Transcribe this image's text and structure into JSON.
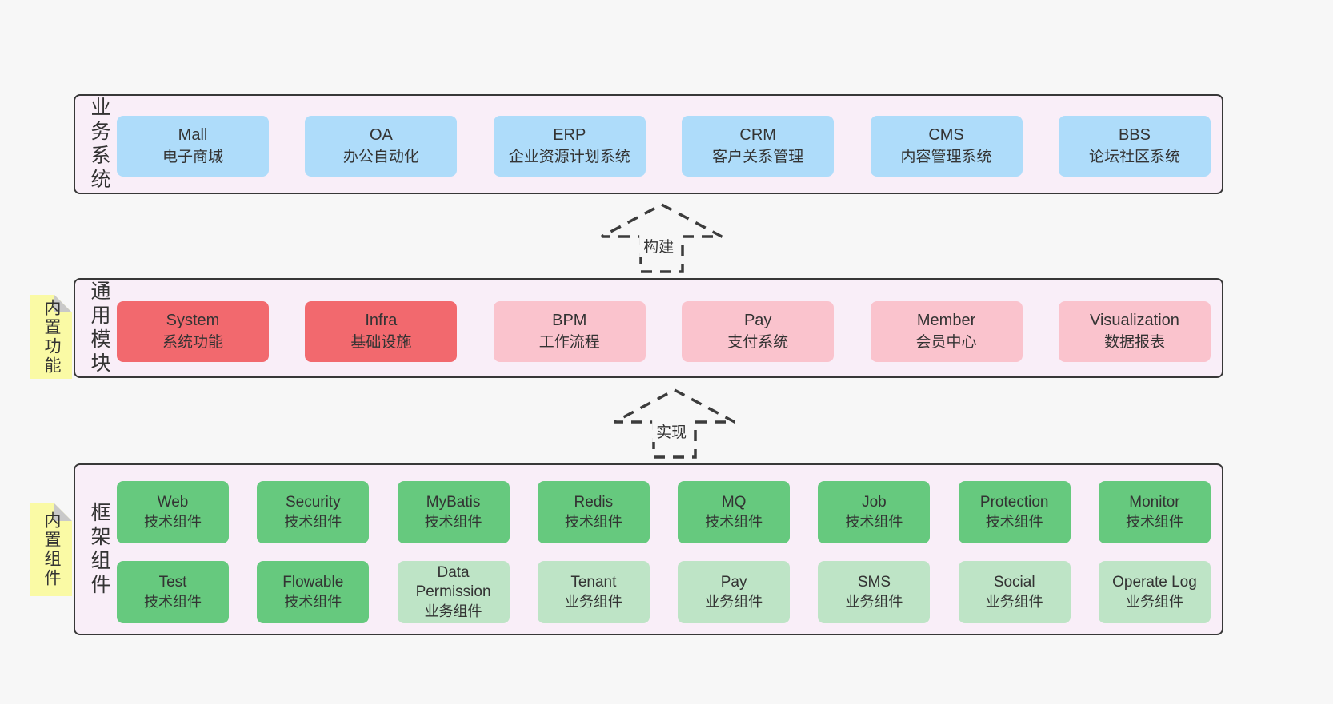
{
  "colors": {
    "page_bg": "#f7f7f7",
    "band_bg": "#f9eef8",
    "band_border": "#383838",
    "blue_box": "#aedcfa",
    "red_box": "#f2696e",
    "pink_box": "#fac3cd",
    "green_dark_box": "#66c97e",
    "green_light_box": "#bee4c6",
    "note_yellow": "#fafaa5",
    "note_fold_gray": "#c9c9c9",
    "text": "#333333"
  },
  "arrows": [
    {
      "label": "构建"
    },
    {
      "label": "实现"
    }
  ],
  "bands": [
    {
      "label": "业务系统",
      "boxes": [
        {
          "title": "Mall",
          "subtitle": "电子商城"
        },
        {
          "title": "OA",
          "subtitle": "办公自动化"
        },
        {
          "title": "ERP",
          "subtitle": "企业资源计划系统"
        },
        {
          "title": "CRM",
          "subtitle": "客户关系管理"
        },
        {
          "title": "CMS",
          "subtitle": "内容管理系统"
        },
        {
          "title": "BBS",
          "subtitle": "论坛社区系统"
        }
      ]
    },
    {
      "label": "通用模块",
      "note": "内置功能",
      "boxes": [
        {
          "title": "System",
          "subtitle": "系统功能"
        },
        {
          "title": "Infra",
          "subtitle": "基础设施"
        },
        {
          "title": "BPM",
          "subtitle": "工作流程"
        },
        {
          "title": "Pay",
          "subtitle": "支付系统"
        },
        {
          "title": "Member",
          "subtitle": "会员中心"
        },
        {
          "title": "Visualization",
          "subtitle": "数据报表"
        }
      ]
    },
    {
      "label": "框架组件",
      "note": "内置组件",
      "rows": [
        [
          {
            "title": "Web",
            "subtitle": "技术组件"
          },
          {
            "title": "Security",
            "subtitle": "技术组件"
          },
          {
            "title": "MyBatis",
            "subtitle": "技术组件"
          },
          {
            "title": "Redis",
            "subtitle": "技术组件"
          },
          {
            "title": "MQ",
            "subtitle": "技术组件"
          },
          {
            "title": "Job",
            "subtitle": "技术组件"
          },
          {
            "title": "Protection",
            "subtitle": "技术组件"
          },
          {
            "title": "Monitor",
            "subtitle": "技术组件"
          }
        ],
        [
          {
            "title": "Test",
            "subtitle": "技术组件"
          },
          {
            "title": "Flowable",
            "subtitle": "技术组件"
          },
          {
            "title": "Data Permission",
            "subtitle": "业务组件"
          },
          {
            "title": "Tenant",
            "subtitle": "业务组件"
          },
          {
            "title": "Pay",
            "subtitle": "业务组件"
          },
          {
            "title": "SMS",
            "subtitle": "业务组件"
          },
          {
            "title": "Social",
            "subtitle": "业务组件"
          },
          {
            "title": "Operate Log",
            "subtitle": "业务组件"
          }
        ]
      ]
    }
  ]
}
